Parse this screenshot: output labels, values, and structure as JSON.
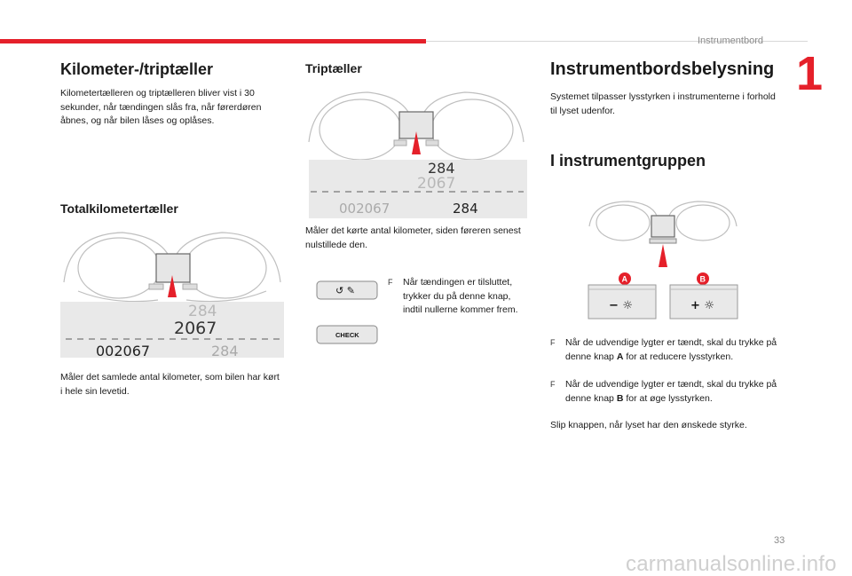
{
  "header": {
    "section": "Instrumentbord",
    "chapter": "1"
  },
  "col1": {
    "title": "Kilometer-/triptæller",
    "intro": "Kilometertælleren og triptælleren bliver vist i 30 sekunder, når tændingen slås fra, når førerdøren åbnes, og når bilen låses og oplåses.",
    "total_title": "Totalkilometertæller",
    "total_text": "Måler det samlede antal kilometer, som bilen har kørt i hele sin levetid."
  },
  "col2": {
    "title": "Triptæller",
    "text": "Måler det kørte antal kilometer, siden føreren senest nulstillede den.",
    "bullet_mark": "F",
    "bullet": "Når tændingen er tilsluttet, trykker du på denne knap, indtil nullerne kommer frem."
  },
  "col3": {
    "title": "Instrumentbordsbelysning",
    "intro": "Systemet tilpasser lysstyrken i instrumenterne i forhold til lyset udenfor.",
    "group_title": "I instrumentgruppen",
    "bullet_a_mark": "F",
    "bullet_a_pre": "Når de udvendige lygter er tændt, skal du trykke på denne knap ",
    "bullet_a_key": "A",
    "bullet_a_post": " for at reducere lysstyrken.",
    "bullet_b_mark": "F",
    "bullet_b_pre": "Når de udvendige lygter er tændt, skal du trykke på denne knap ",
    "bullet_b_key": "B",
    "bullet_b_post": " for at øge lysstyrken.",
    "release": "Slip knappen, når lyset har den ønskede styrke."
  },
  "figures": {
    "total": {
      "trip_big": "284",
      "total_big": "2067",
      "odo": "002067",
      "trip": "284"
    },
    "trip": {
      "trip_big": "284",
      "total_big": "2067",
      "odo": "002067",
      "trip": "284"
    },
    "reset_button_symbol": "↺ ✎",
    "check_button": "CHECK",
    "label_a": "A",
    "label_b": "B",
    "minus_button": "− ☼",
    "plus_button": "+ ☼"
  },
  "footer": {
    "page": "33",
    "watermark": "carmanualsonline.info"
  },
  "colors": {
    "accent": "#e5202a",
    "muted": "#8a8a8a"
  }
}
